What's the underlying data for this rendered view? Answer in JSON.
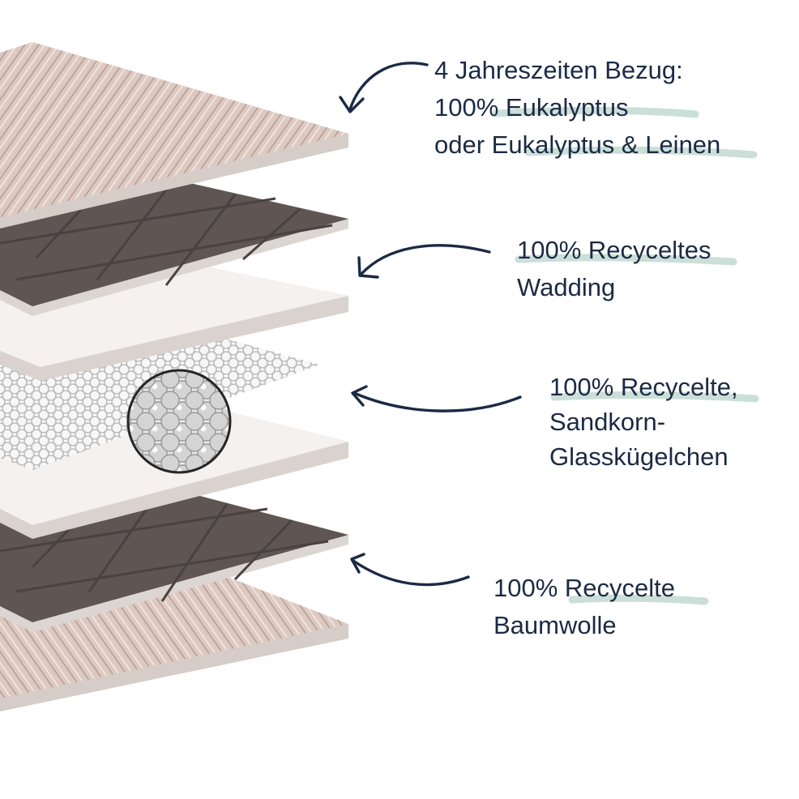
{
  "labels": [
    {
      "lines": [
        "4 Jahreszeiten Bezug:",
        "100% Eukalyptus",
        "oder Eukalyptus & Leinen"
      ]
    },
    {
      "lines": [
        "100% Recyceltes",
        "Wadding"
      ]
    },
    {
      "lines": [
        "100% Recycelte,",
        "Sandkorn-",
        "Glasskügelchen"
      ]
    },
    {
      "lines": [
        "100% Recycelte",
        "Baumwolle"
      ]
    }
  ],
  "colors": {
    "text": "#1b2a44",
    "arrow": "#1b2a44",
    "highlight": "#b7d3ca",
    "fabric": "#d9c5bd",
    "quilt": "#5c5350",
    "panel": "#f3f0ee",
    "edge": "#cdc4bf"
  },
  "icons": [
    "curved-arrow-icon",
    "glass-bead-magnifier-icon"
  ]
}
